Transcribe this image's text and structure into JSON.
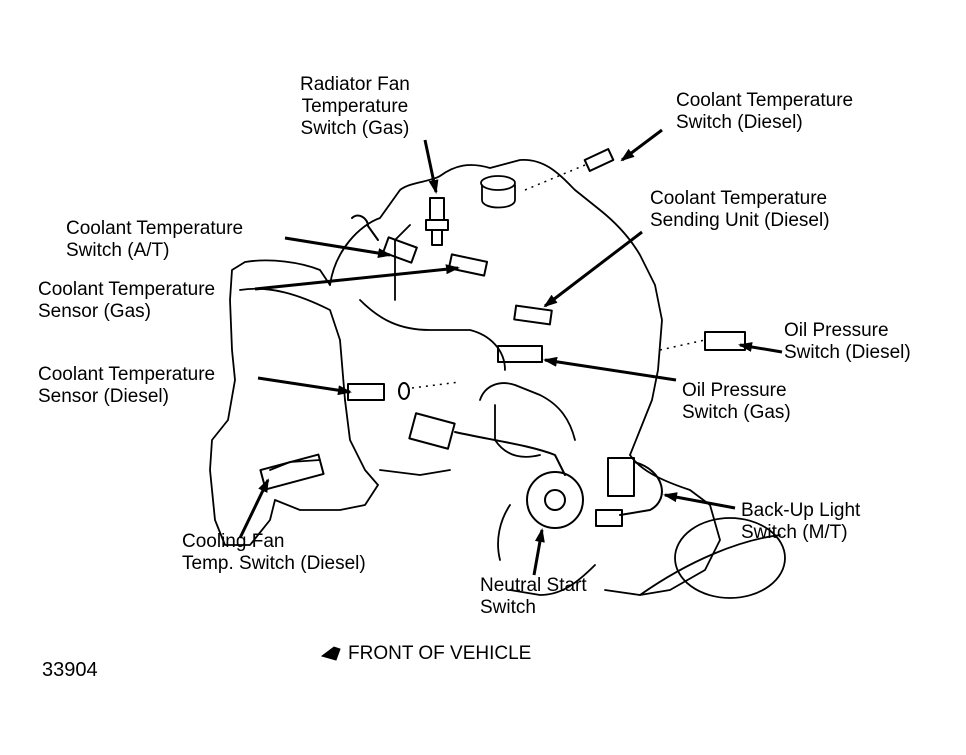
{
  "labels": {
    "radiator_fan_switch": [
      "Radiator Fan",
      "Temperature",
      "Switch (Gas)"
    ],
    "coolant_temp_switch_diesel": [
      "Coolant Temperature",
      "Switch (Diesel)"
    ],
    "coolant_temp_sending_unit": [
      "Coolant Temperature",
      "Sending Unit (Diesel)"
    ],
    "coolant_temp_switch_at": [
      "Coolant Temperature",
      "Switch (A/T)"
    ],
    "coolant_temp_sensor_gas": [
      "Coolant Temperature",
      "Sensor (Gas)"
    ],
    "oil_pressure_switch_diesel": [
      "Oil Pressure",
      "Switch (Diesel)"
    ],
    "coolant_temp_sensor_diesel": [
      "Coolant Temperature",
      "Sensor (Diesel)"
    ],
    "oil_pressure_switch_gas": [
      "Oil Pressure",
      "Switch (Gas)"
    ],
    "backup_light_switch": [
      "Back-Up Light",
      "Switch (M/T)"
    ],
    "cooling_fan_switch": [
      "Cooling Fan",
      "Temp. Switch (Diesel)"
    ],
    "neutral_start_switch": [
      "Neutral Start",
      "Switch"
    ]
  },
  "legend": {
    "front_of_vehicle": "FRONT OF VEHICLE"
  },
  "figure_number": "33904"
}
